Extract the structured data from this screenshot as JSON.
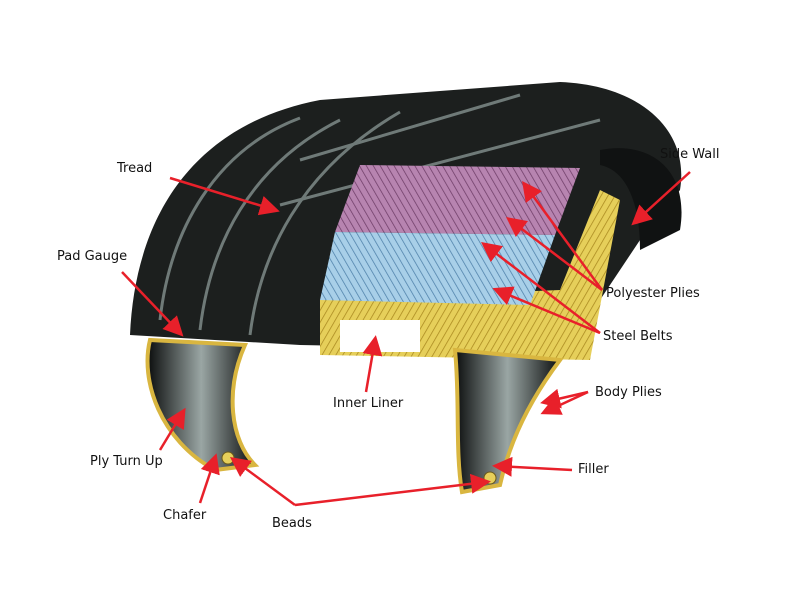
{
  "labels": {
    "tread": "Tread",
    "side_wall": "Side Wall",
    "pad_gauge": "Pad Gauge",
    "polyester_plies": "Polyester Plies",
    "steel_belts": "Steel Belts",
    "inner_liner": "Inner Liner",
    "body_plies": "Body Plies",
    "ply_turn_up": "Ply Turn Up",
    "filler": "Filler",
    "chafer": "Chafer",
    "beads": "Beads"
  },
  "colors": {
    "arrow": "#e8202a",
    "rubber": "#1c1f1e",
    "polyester": "#a06e9a",
    "steel": "#8fb8d8",
    "body_ply": "#e6cf5a"
  }
}
